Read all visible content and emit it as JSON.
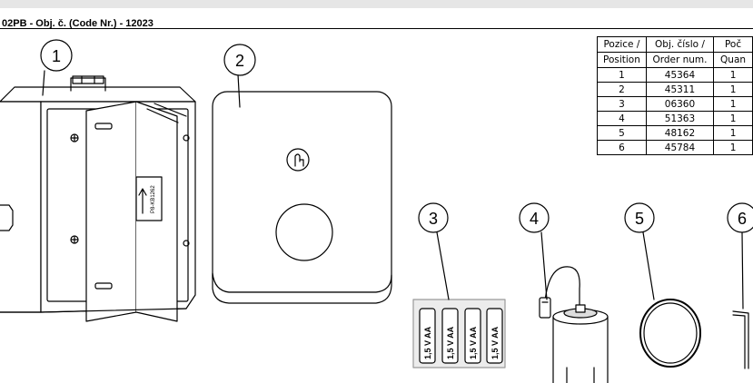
{
  "document": {
    "title": "02PB - Obj. č. (Code Nr.) - 12023"
  },
  "callouts": [
    "1",
    "2",
    "3",
    "4",
    "5",
    "6"
  ],
  "part_labels": {
    "battery_text": "1,5 V AA",
    "arrow_label": "P8-KB1262"
  },
  "parts_table": {
    "headers": [
      [
        "Pozice /",
        "Obj. číslo /",
        "Poč"
      ],
      [
        "Position",
        "Order num.",
        "Quan"
      ]
    ],
    "rows": [
      [
        "1",
        "45364",
        "1"
      ],
      [
        "2",
        "45311",
        "1"
      ],
      [
        "3",
        "06360",
        "1"
      ],
      [
        "4",
        "51363",
        "1"
      ],
      [
        "5",
        "48162",
        "1"
      ],
      [
        "6",
        "45784",
        "1"
      ]
    ]
  }
}
